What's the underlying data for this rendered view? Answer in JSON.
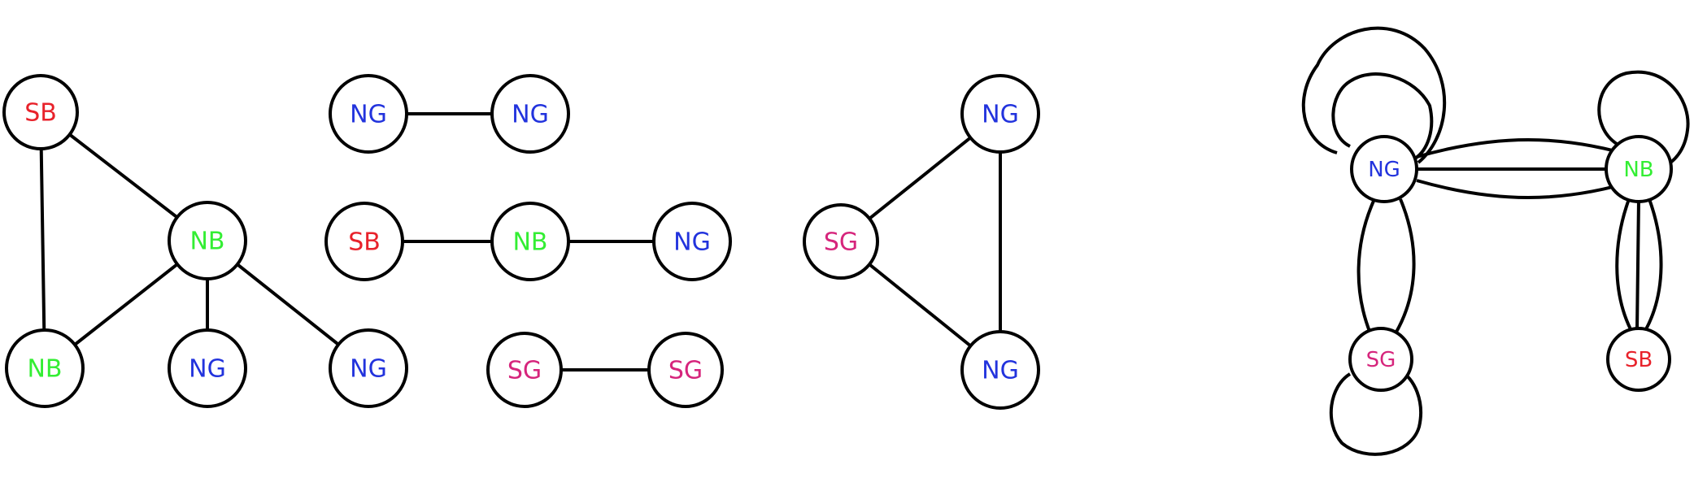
{
  "colors": {
    "SB": "#e8222b",
    "NB": "#33ee33",
    "NG": "#2233dd",
    "SG": "#d6257c"
  },
  "graph1": {
    "nodes": [
      "SB",
      "NB",
      "NB",
      "NG",
      "NG"
    ]
  },
  "graph2": {
    "nodes": [
      "NG",
      "NG"
    ]
  },
  "graph3": {
    "nodes": [
      "SB",
      "NB",
      "NG"
    ]
  },
  "graph4": {
    "nodes": [
      "SG",
      "SG"
    ]
  },
  "graph5": {
    "nodes": [
      "NG",
      "SG",
      "NG"
    ]
  },
  "graph6": {
    "nodes": [
      "NG",
      "NB",
      "SG",
      "SB"
    ]
  }
}
